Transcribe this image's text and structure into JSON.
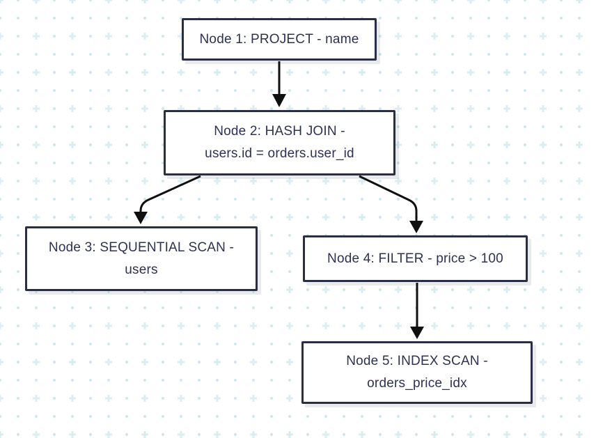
{
  "nodes": {
    "node1": {
      "line1": "Node 1: PROJECT - name"
    },
    "node2": {
      "line1": "Node 2: HASH JOIN -",
      "line2": "users.id = orders.user_id"
    },
    "node3": {
      "line1": "Node 3: SEQUENTIAL SCAN -",
      "line2": "users"
    },
    "node4": {
      "line1": "Node 4: FILTER - price > 100"
    },
    "node5": {
      "line1": "Node 5: INDEX SCAN -",
      "line2": "orders_price_idx"
    }
  },
  "edges": [
    {
      "from": "node1",
      "to": "node2"
    },
    {
      "from": "node2",
      "to": "node3"
    },
    {
      "from": "node2",
      "to": "node4"
    },
    {
      "from": "node4",
      "to": "node5"
    }
  ],
  "colors": {
    "background": "#ffffff",
    "pattern_cross": "#d9edf3",
    "pattern_dot": "#cfe7ef",
    "node_border": "#2a2e45",
    "node_fill": "#ffffff",
    "node_text": "#2d3152",
    "arrow": "#0f0f0f"
  }
}
